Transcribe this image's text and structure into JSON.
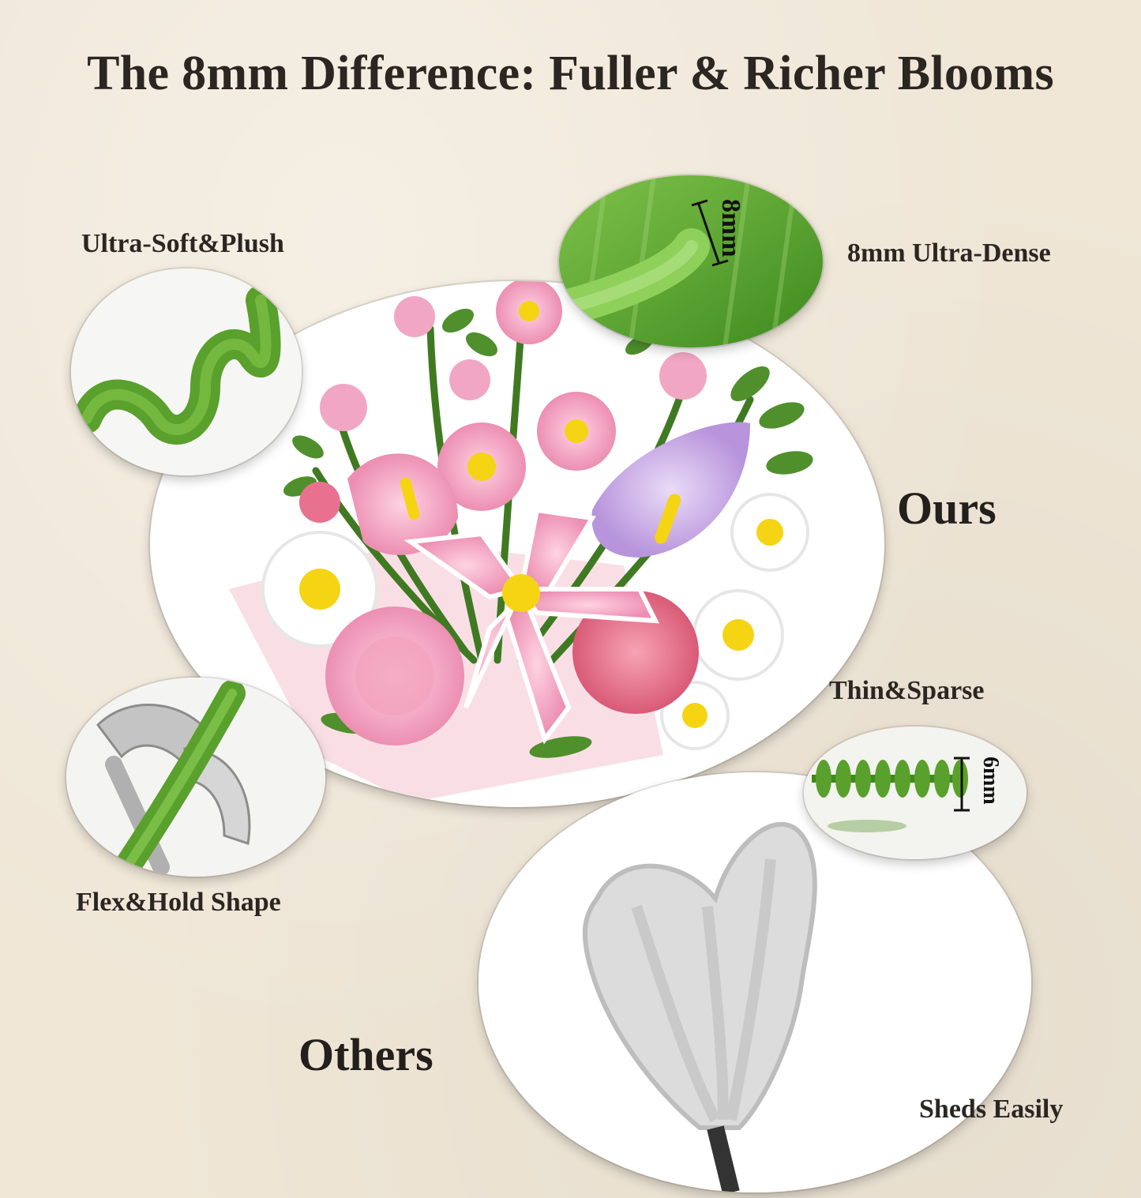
{
  "title": "The 8mm Difference: Fuller & Richer Blooms",
  "labels": {
    "ultra_soft": "Ultra-Soft&Plush",
    "ultra_dense": "8mm Ultra-Dense",
    "ours": "Ours",
    "thin_sparse": "Thin&Sparse",
    "flex_hold": "Flex&Hold Shape",
    "others": "Others",
    "sheds": "Sheds Easily"
  },
  "measurements": {
    "ours_mm": "8mm",
    "others_mm": "6mm"
  },
  "colors": {
    "background": "#efe6d6",
    "green": "#6fb43a",
    "pink": "#f1a7c3",
    "purple": "#c8a6e0",
    "yellow": "#f5d414",
    "text": "#2b2622"
  },
  "icons": [
    "spiral-pipe-cleaner-icon",
    "pipe-cleaner-closeup-icon",
    "pliers-icon",
    "thin-pipe-cleaner-icon",
    "gray-tulip-icon",
    "flower-bouquet-icon"
  ]
}
